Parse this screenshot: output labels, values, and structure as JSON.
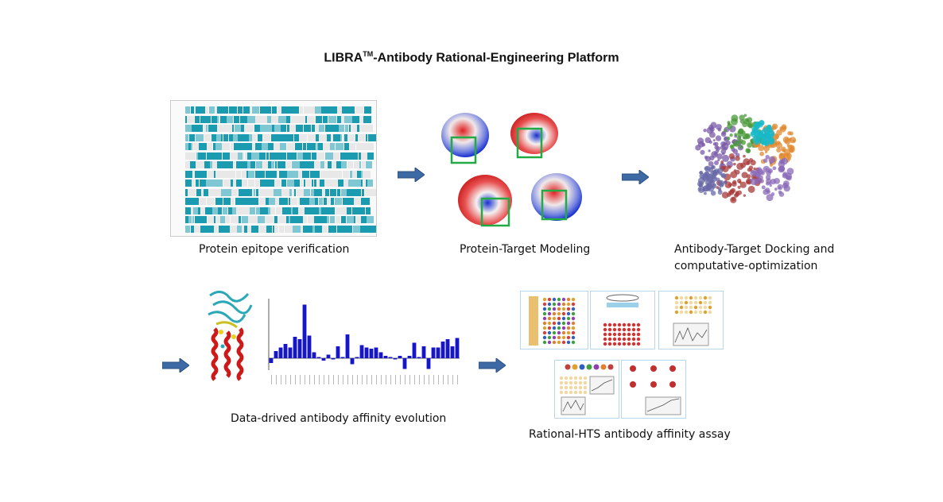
{
  "title": {
    "main": "LIBRA",
    "tm": "TM",
    "rest": "-Antibody Rational-Engineering Platform"
  },
  "steps": [
    {
      "id": "epitope",
      "caption": "Protein epitope verification"
    },
    {
      "id": "modeling",
      "caption": "Protein-Target Modeling"
    },
    {
      "id": "docking",
      "caption_line1": "Antibody-Target Docking and",
      "caption_line2": "computative-optimization"
    },
    {
      "id": "evolution",
      "caption": "Data-drived antibody affinity evolution"
    },
    {
      "id": "hts",
      "caption": "Rational-HTS antibody affinity assay"
    }
  ],
  "colors": {
    "arrow": "#3d6aa5",
    "teal": "#1a9bb0",
    "bar": "#1515cc",
    "highlight": "#22aa44"
  },
  "bar_chart": {
    "values": [
      -0.4,
      0.6,
      0.9,
      1.2,
      0.9,
      1.8,
      1.6,
      4.5,
      1.9,
      0.5,
      0.1,
      -0.2,
      0.3,
      -0.1,
      1.0,
      0.1,
      2.0,
      -0.5,
      0.1,
      1.1,
      0.9,
      0.8,
      0.9,
      0.5,
      0.2,
      0.1,
      -0.1,
      0.2,
      -0.9,
      0.2,
      1.3,
      0.1,
      1.0,
      -0.9,
      0.9,
      0.9,
      1.4,
      1.6,
      1.0,
      1.7
    ]
  }
}
